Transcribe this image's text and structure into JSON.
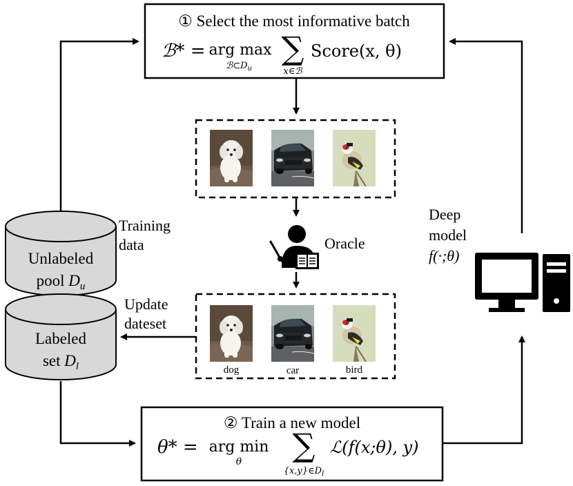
{
  "step1": {
    "title": "① Select the most informative batch",
    "eq_lhs": "ℬ* = ",
    "eq_op": "arg max",
    "eq_op_sub": "ℬ⊂D",
    "eq_op_sub_index": "u",
    "eq_sum": "∑",
    "eq_sum_sub": "x∈ℬ",
    "eq_rhs": "Score(x, θ)"
  },
  "step2": {
    "title": "② Train a new model",
    "eq_lhs": "θ* = ",
    "eq_op": "arg min",
    "eq_op_sub": "θ",
    "eq_sum": "∑",
    "eq_sum_sub": "{x,y}∈D",
    "eq_sum_sub_index": "l",
    "eq_rhs": "ℒ(f(x;θ), y)"
  },
  "database": {
    "top_label_line1": "Unlabeled",
    "top_label_line2": "pool ",
    "top_label_var": "D",
    "top_label_sub": "u",
    "bottom_label_line1": "Labeled",
    "bottom_label_line2": "set ",
    "bottom_label_var": "D",
    "bottom_label_sub": "l"
  },
  "labels": {
    "training_line1": "Training",
    "training_line2": "data",
    "update_line1": "Update",
    "update_line2": "dateset",
    "oracle": "Oracle",
    "model_line1": "Deep",
    "model_line2": "model",
    "model_func": "f(·;θ)"
  },
  "labeled_images": {
    "dog": "dog",
    "car": "car",
    "bird": "bird"
  },
  "icons": {
    "oracle": "teacher-with-book-icon",
    "model": "desktop-computer-icon",
    "dog": "dog-photo",
    "car": "car-photo",
    "bird": "bird-photo"
  }
}
